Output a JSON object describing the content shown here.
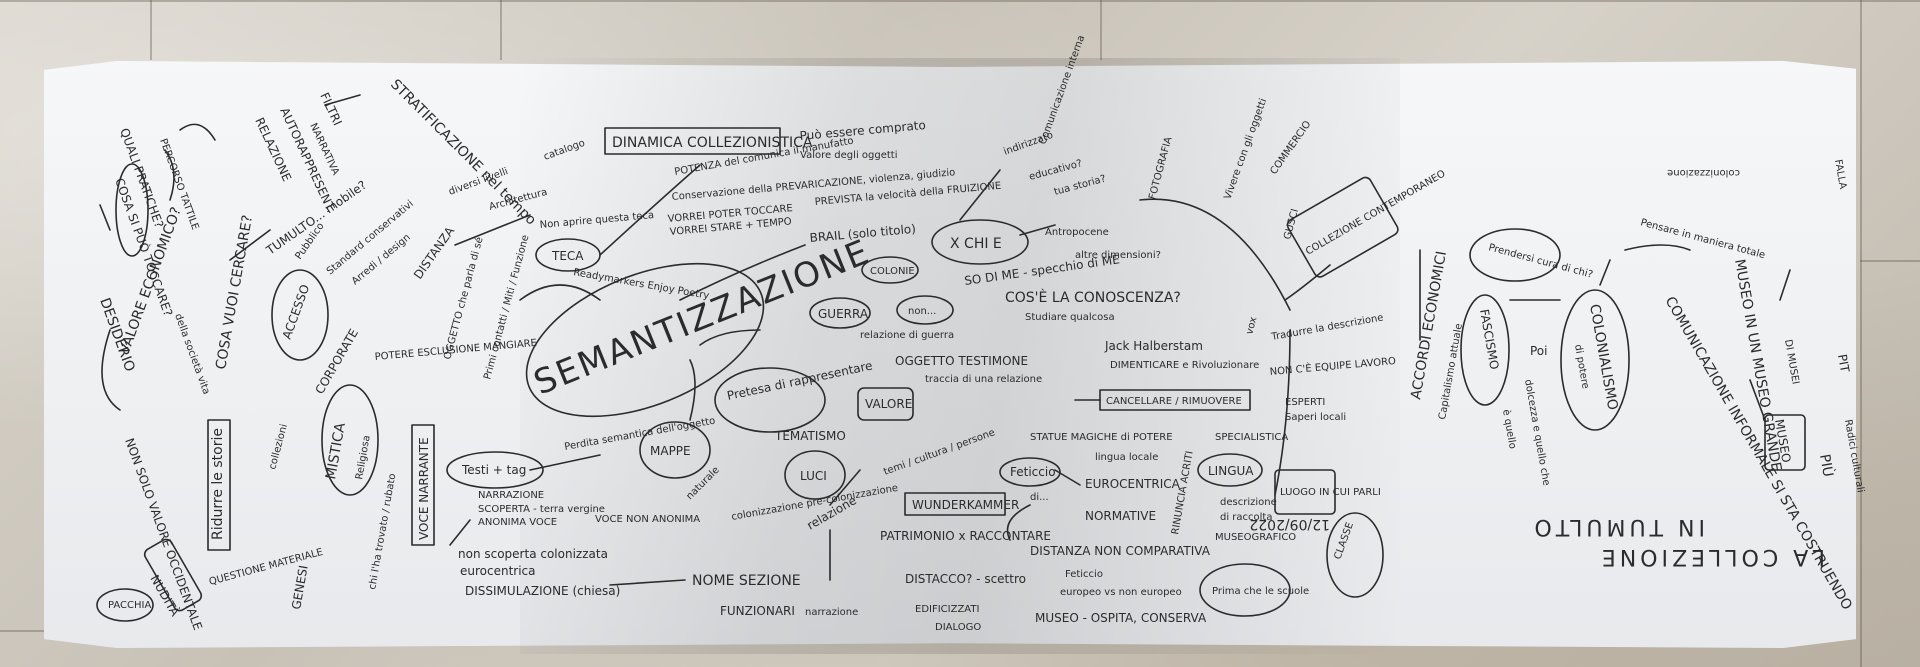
{
  "sheet": {
    "title_line_1": "LA COLLEZIONE",
    "title_line_2": "IN TUMULTO",
    "date": "12/09/2022",
    "center_word": "SEMANTIZZAZIONE"
  },
  "left": {
    "quali_pratiche": "QUALI PRATICHE?",
    "cosa_si_puo_toccare": "COSA SI PUÒ TOCCARE?",
    "percorso_tattile": "PERCORSO TATTILE",
    "desiderio": "DESIDERIO",
    "valore_economico": "VALORE ECONOMICO?",
    "cosa_vuoi_cercare": "COSA VUOI CERCARE?",
    "della_societa": "della società vita",
    "nudita": "NUDITÀ",
    "pacchia": "PACCHIA",
    "non_solo_valore_occidentale": "NON SOLO VALORE OCCIDENTALE",
    "raccontare_le_storie": "Ridurre le storie",
    "relazione": "RELAZIONE",
    "autorappresent": "AUTORAPPRESENT.",
    "filtri": "FILTRI",
    "narrativa": "NARRATIVA",
    "stratificazione": "STRATIFICAZIONE nel tempo",
    "tumulto_mobile": "TUMULTO... mobile?",
    "pubblico": "Pubblico",
    "standard_conservativi": "Standard conservativi",
    "arredi_design": "Arredi / design",
    "diversi_livelli": "diversi livelli",
    "accesso": "ACCESSO",
    "corporate": "CORPORATE",
    "mistica": "MISTICA",
    "religiosa": "Religiosa",
    "distanza": "DISTANZA",
    "architettura": "Architettura",
    "collezioni": "collezioni",
    "genesi": "GENESI",
    "chi_ha_trovato": "chi l'ha trovato / rubato",
    "questione_materiale": "QUESTIONE MATERIALE",
    "voce_narrante": "VOCE NARRANTE",
    "potere_mangiare": "POTERE ESCLUSIONE MANGIARE",
    "oggetto_che_parla": "OGGETTO che parla di sé",
    "primi_contatti": "Primi contatti / Miti / Funzione",
    "catalogo": "catalogo",
    "teca": "TECA",
    "non_aprire": "Non aprire questa teca",
    "readymarkers": "Readymarkers Enjoy Poetry",
    "dinamica": "DINAMICA COLLEZIONISTICA",
    "puo_essere_comprato": "Può essere comprato",
    "valore_oggetti": "Valore degli oggetti",
    "potenza": "POTENZA del comunica il manufatto",
    "conservazione": "Conservazione della PREVARICAZIONE, violenza, giudizio",
    "vorrei_poter_toccare": "VORREI POTER TOCCARE",
    "vorrei_stare": "VORREI STARE + TEMPO",
    "prevista": "PREVISTA la velocità della FRUIZIONE",
    "brail": "BRAIL (solo titolo)",
    "testi_tag": "Testi + tag",
    "perdita_semantica": "Perdita semantica dell'oggetto",
    "narrazione": "NARRAZIONE",
    "scoperta": "SCOPERTA - terra vergine",
    "anonima_voce": "ANONIMA VOCE",
    "voce_non_anonima": "VOCE NON ANONIMA",
    "scoperta_coloniale": "non scoperta colonizzata",
    "eurocentrica": "eurocentrica",
    "dissimulazione": "DISSIMULAZIONE (chiesa)",
    "nome_sezione": "NOME SEZIONE",
    "funzionari": "FUNZIONARI",
    "narrazione2": "narrazione",
    "mappe": "MAPPE",
    "luci": "LUCI",
    "tematismo": "TEMATISMO",
    "pretesa": "Pretesa di rappresentare",
    "naturale": "naturale",
    "colonizzazione": "colonizzazione pre-colonizzazione"
  },
  "middle": {
    "guerra": "GUERRA",
    "colonie": "COLONIE",
    "non": "non...",
    "relazione_guerra": "relazione di guerra",
    "valore_comsda": "VALORE",
    "oggetto_testimone": "OGGETTO TESTIMONE",
    "traccia": "traccia di una relazione",
    "relazione_tema": "relazione",
    "temi": "temi / cultura / persone",
    "wunderkammer": "WUNDERKAMMER",
    "patrimonio": "PATRIMONIO x RACCONTARE",
    "distacco": "DISTACCO? - scettro",
    "edificizzati": "EDIFICIZZATI",
    "dialogo": "DIALOGO",
    "xchi": "X CHI E",
    "so_di_me": "SO DI ME - specchio di ME",
    "antropocene": "Antropocene",
    "altre_dimensioni": "altre dimensioni?",
    "indirizzato": "indirizzato",
    "educativo": "educativo?",
    "tua_storia": "tua storia?",
    "cose_la_conoscenza": "COS'È LA CONOSCENZA?",
    "studiare": "Studiare qualcosa",
    "jack": "Jack Halberstam",
    "dimenticare": "DIMENTICARE e Rivoluzionare",
    "cancellare": "CANCELLARE / RIMUOVERE",
    "statue_magiche": "STATUE MAGICHE di POTERE",
    "lingua_locale": "lingua locale",
    "feticcio": "Feticcio",
    "di": "di...",
    "eurocentrica2": "EUROCENTRICA",
    "normative": "NORMATIVE",
    "distanza_non_comparativa": "DISTANZA NON COMPARATIVA",
    "feticcio2": "Feticcio",
    "europeo_non_europeo": "europeo vs non europeo",
    "museo_ospita": "MUSEO - OSPITA, CONSERVA",
    "lingua": "LINGUA",
    "specialistica": "SPECIALISTICA",
    "tenuncia": "RINUNCIA ACRITI",
    "descrizione": "descrizione",
    "di_raccolta": "di raccolta",
    "museografico": "MUSEOGRAFICO",
    "prima_delle_scuole": "Prima che le scuole",
    "luogo_parli": "LUOGO IN CUI PARLI",
    "classe": "CLASSE",
    "comunicazione": "Comunicazione interna",
    "fotografia": "FOTOGRAFIA",
    "vivere": "Vivere con gli oggetti",
    "commercio": "COMMERCIO",
    "gusci": "GUSCI",
    "collezione_contemporaneo": "COLLEZIONE CONTEMPORANEO",
    "tradurre": "Tradurre la descrizione",
    "non_ce_equipe": "NON C'È EQUIPE LAVORO",
    "esperti": "ESPERTI",
    "saperi_locali": "Saperi locali",
    "vox": "vox"
  },
  "right": {
    "accordi_economici": "ACCORDI ECONOMICI",
    "capitalismo": "Capitalismo attuale",
    "fascismo": "FASCISMO",
    "colonialismo": "COLONIALISMO",
    "di_potere": "di potere",
    "prendersi_cura": "Prendersi cura di chi?",
    "poi": "Poi",
    "dolcezza": "dolcezza e quello che",
    "e_quello": "è quello",
    "informale": "COMUNICAZIONE INFORMALE SI STA COSTRUENDO",
    "museo_grande": "MUSEO IN UN MUSEO GRANDE",
    "musei_piu": "PIÙ",
    "museo_box": "MUSEO",
    "di_musei": "DI MUSEI",
    "pensare_maniera": "Pensare in maniera totale",
    "falla": "FALLA",
    "colonizzazione": "colonizzazione",
    "radici": "Radici culturali",
    "pit": "PIT"
  }
}
